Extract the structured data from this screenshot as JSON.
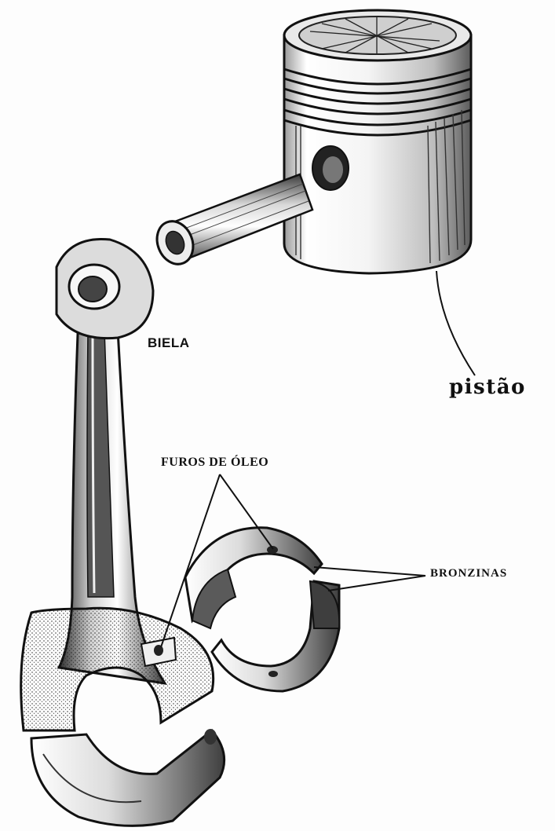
{
  "labels": {
    "biela": "BIELA",
    "pistao": "pistão",
    "furos_de_oleo": "FUROS DE ÓLEO",
    "bronzinas": "BRONZINAS"
  },
  "colors": {
    "ink": "#111111",
    "paper": "#fdfdfd",
    "shade": "#6b6b6b"
  }
}
